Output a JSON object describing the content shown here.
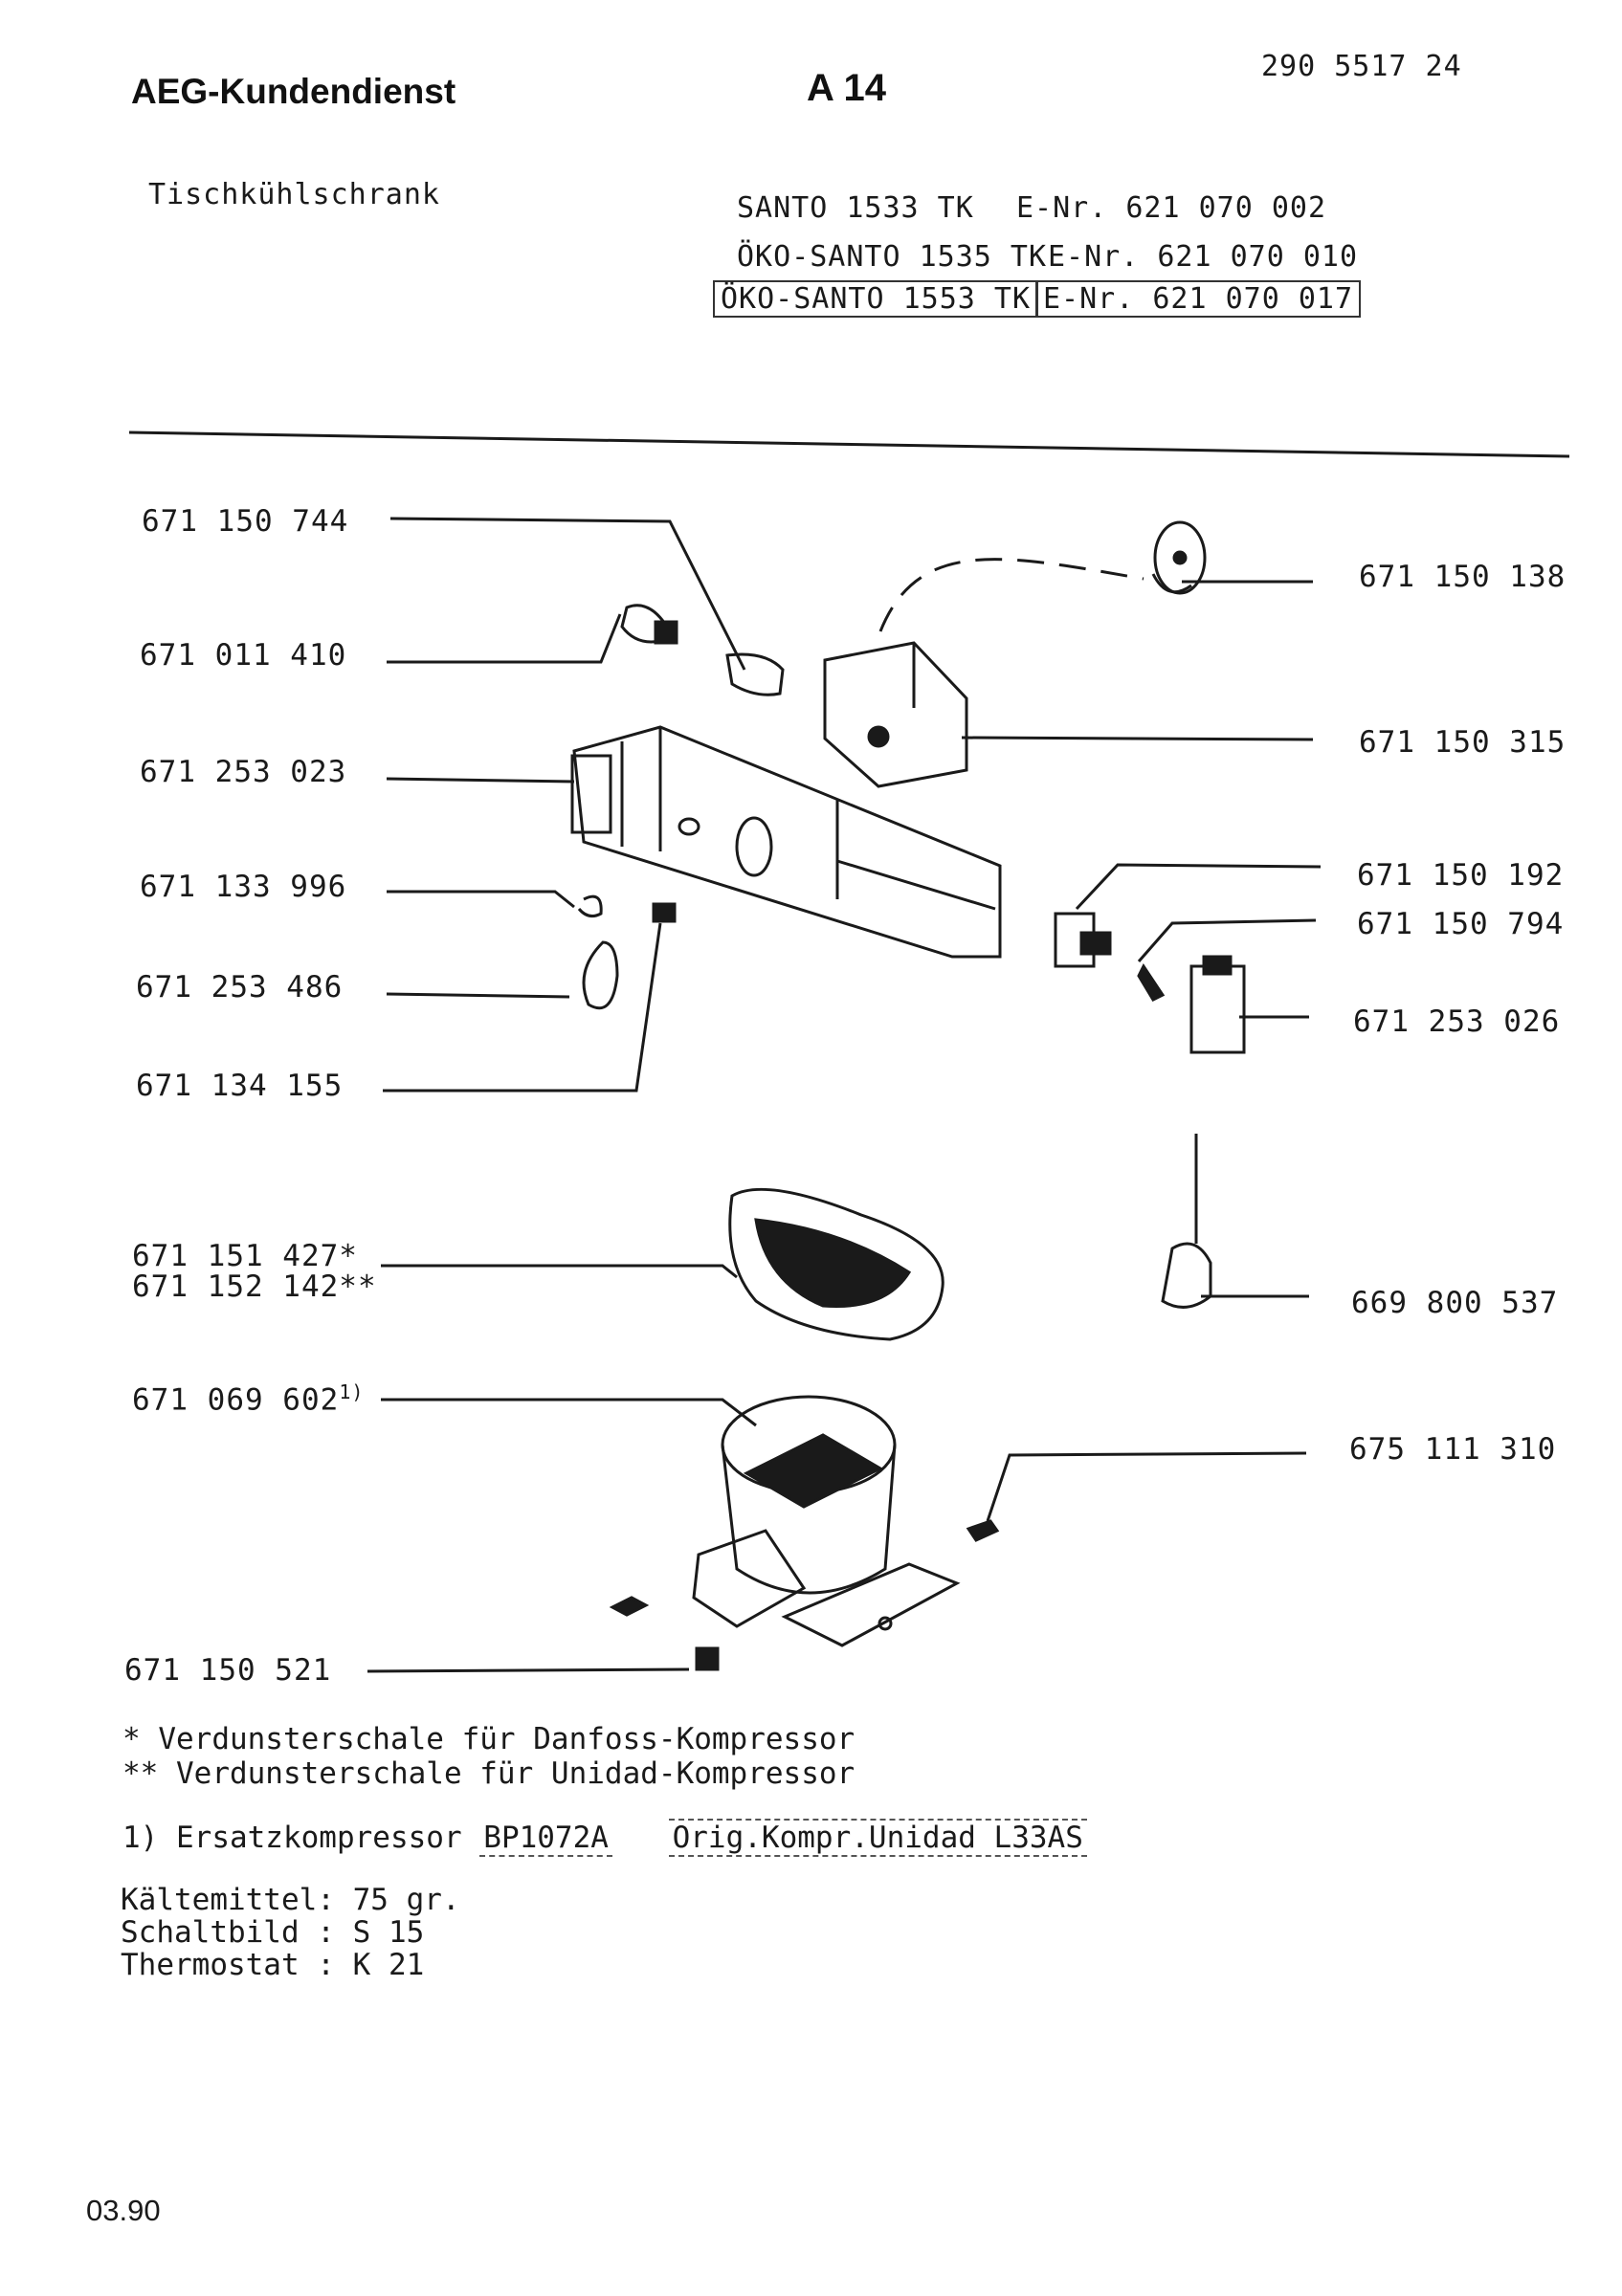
{
  "header": {
    "brand": "AEG-Kundendienst",
    "page_code": "A 14",
    "doc_number": "290 5517 24"
  },
  "product": {
    "category": "Tischkühlschrank",
    "models": [
      {
        "name": "SANTO 1533 TK",
        "enr": "E-Nr. 621 070 002",
        "boxed": false
      },
      {
        "name": "ÖKO-SANTO 1535 TK",
        "enr": "E-Nr. 621 070 010",
        "boxed": false
      },
      {
        "name": "ÖKO-SANTO 1553 TK",
        "enr": "E-Nr. 621 070 017",
        "boxed": true
      }
    ]
  },
  "parts_left": [
    "671 150 744",
    "671 011 410",
    "671 253 023",
    "671 133 996",
    "671 253 486",
    "671 134 155",
    "671 151 427*",
    "671 152 142**",
    "671 069 602",
    "671 150 521"
  ],
  "parts_left_sup": "1)",
  "parts_right": [
    "671 150 138",
    "671 150 315",
    "671 150 192",
    "671 150 794",
    "671 253 026",
    "669 800 537",
    "675 111 310"
  ],
  "notes": {
    "star1": "*  Verdunsterschale für Danfoss-Kompressor",
    "star2": "** Verdunsterschale für Unidad-Kompressor",
    "footnote_prefix": "1) Ersatzkompressor",
    "footnote_model": "BP1072A",
    "footnote_orig": "Orig.Kompr.Unidad L33AS",
    "specs": [
      "Kältemittel: 75 gr.",
      "Schaltbild : S 15",
      "Thermostat : K 21"
    ]
  },
  "footer": {
    "date": "03.90"
  }
}
